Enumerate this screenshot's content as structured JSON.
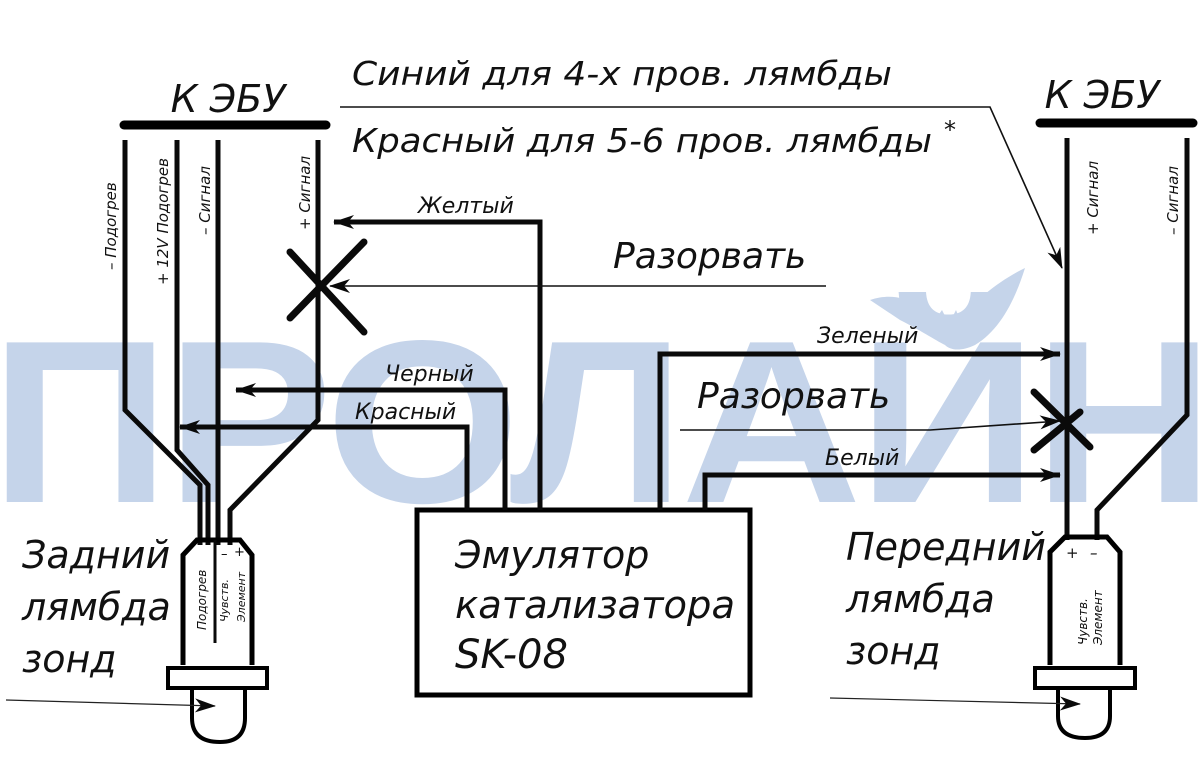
{
  "watermark": {
    "text": "ПРОЛАЙН",
    "color": "#c5d4ea",
    "icon": "bat-icon"
  },
  "left_ecu": {
    "title": "К ЭБУ",
    "wires": [
      {
        "label": "– Подогрев"
      },
      {
        "label": "+ 12V Подогрев"
      },
      {
        "label": "– Сигнал"
      },
      {
        "label": "+ Сигнал"
      }
    ]
  },
  "right_ecu": {
    "title": "К ЭБУ",
    "wires": [
      {
        "label": "+ Сигнал"
      },
      {
        "label": "– Сигнал"
      }
    ]
  },
  "notes": {
    "blue_note": "Синий для 4-х пров. лямбды",
    "red_note": "Красный для 5-6 пров. лямбды",
    "asterisk": "*"
  },
  "wire_labels": {
    "yellow": "Желтый",
    "black": "Черный",
    "red": "Красный",
    "green": "Зеленый",
    "white": "Белый"
  },
  "cut_labels": {
    "left": "Разорвать",
    "right": "Разорвать"
  },
  "emulator": {
    "line1": "Эмулятор",
    "line2": "катализатора",
    "line3": "SK-08"
  },
  "rear_sensor": {
    "line1": "Задний",
    "line2": "лямбда",
    "line3": "зонд",
    "inner_labels": [
      "Подогрев",
      "Чувств.",
      "Элемент"
    ],
    "terminals": [
      "–",
      "+"
    ]
  },
  "front_sensor": {
    "line1": "Передний",
    "line2": "лямбда",
    "line3": "зонд",
    "inner_labels": [
      "Чувств.",
      "Элемент"
    ],
    "terminals": [
      "+",
      "–"
    ]
  }
}
